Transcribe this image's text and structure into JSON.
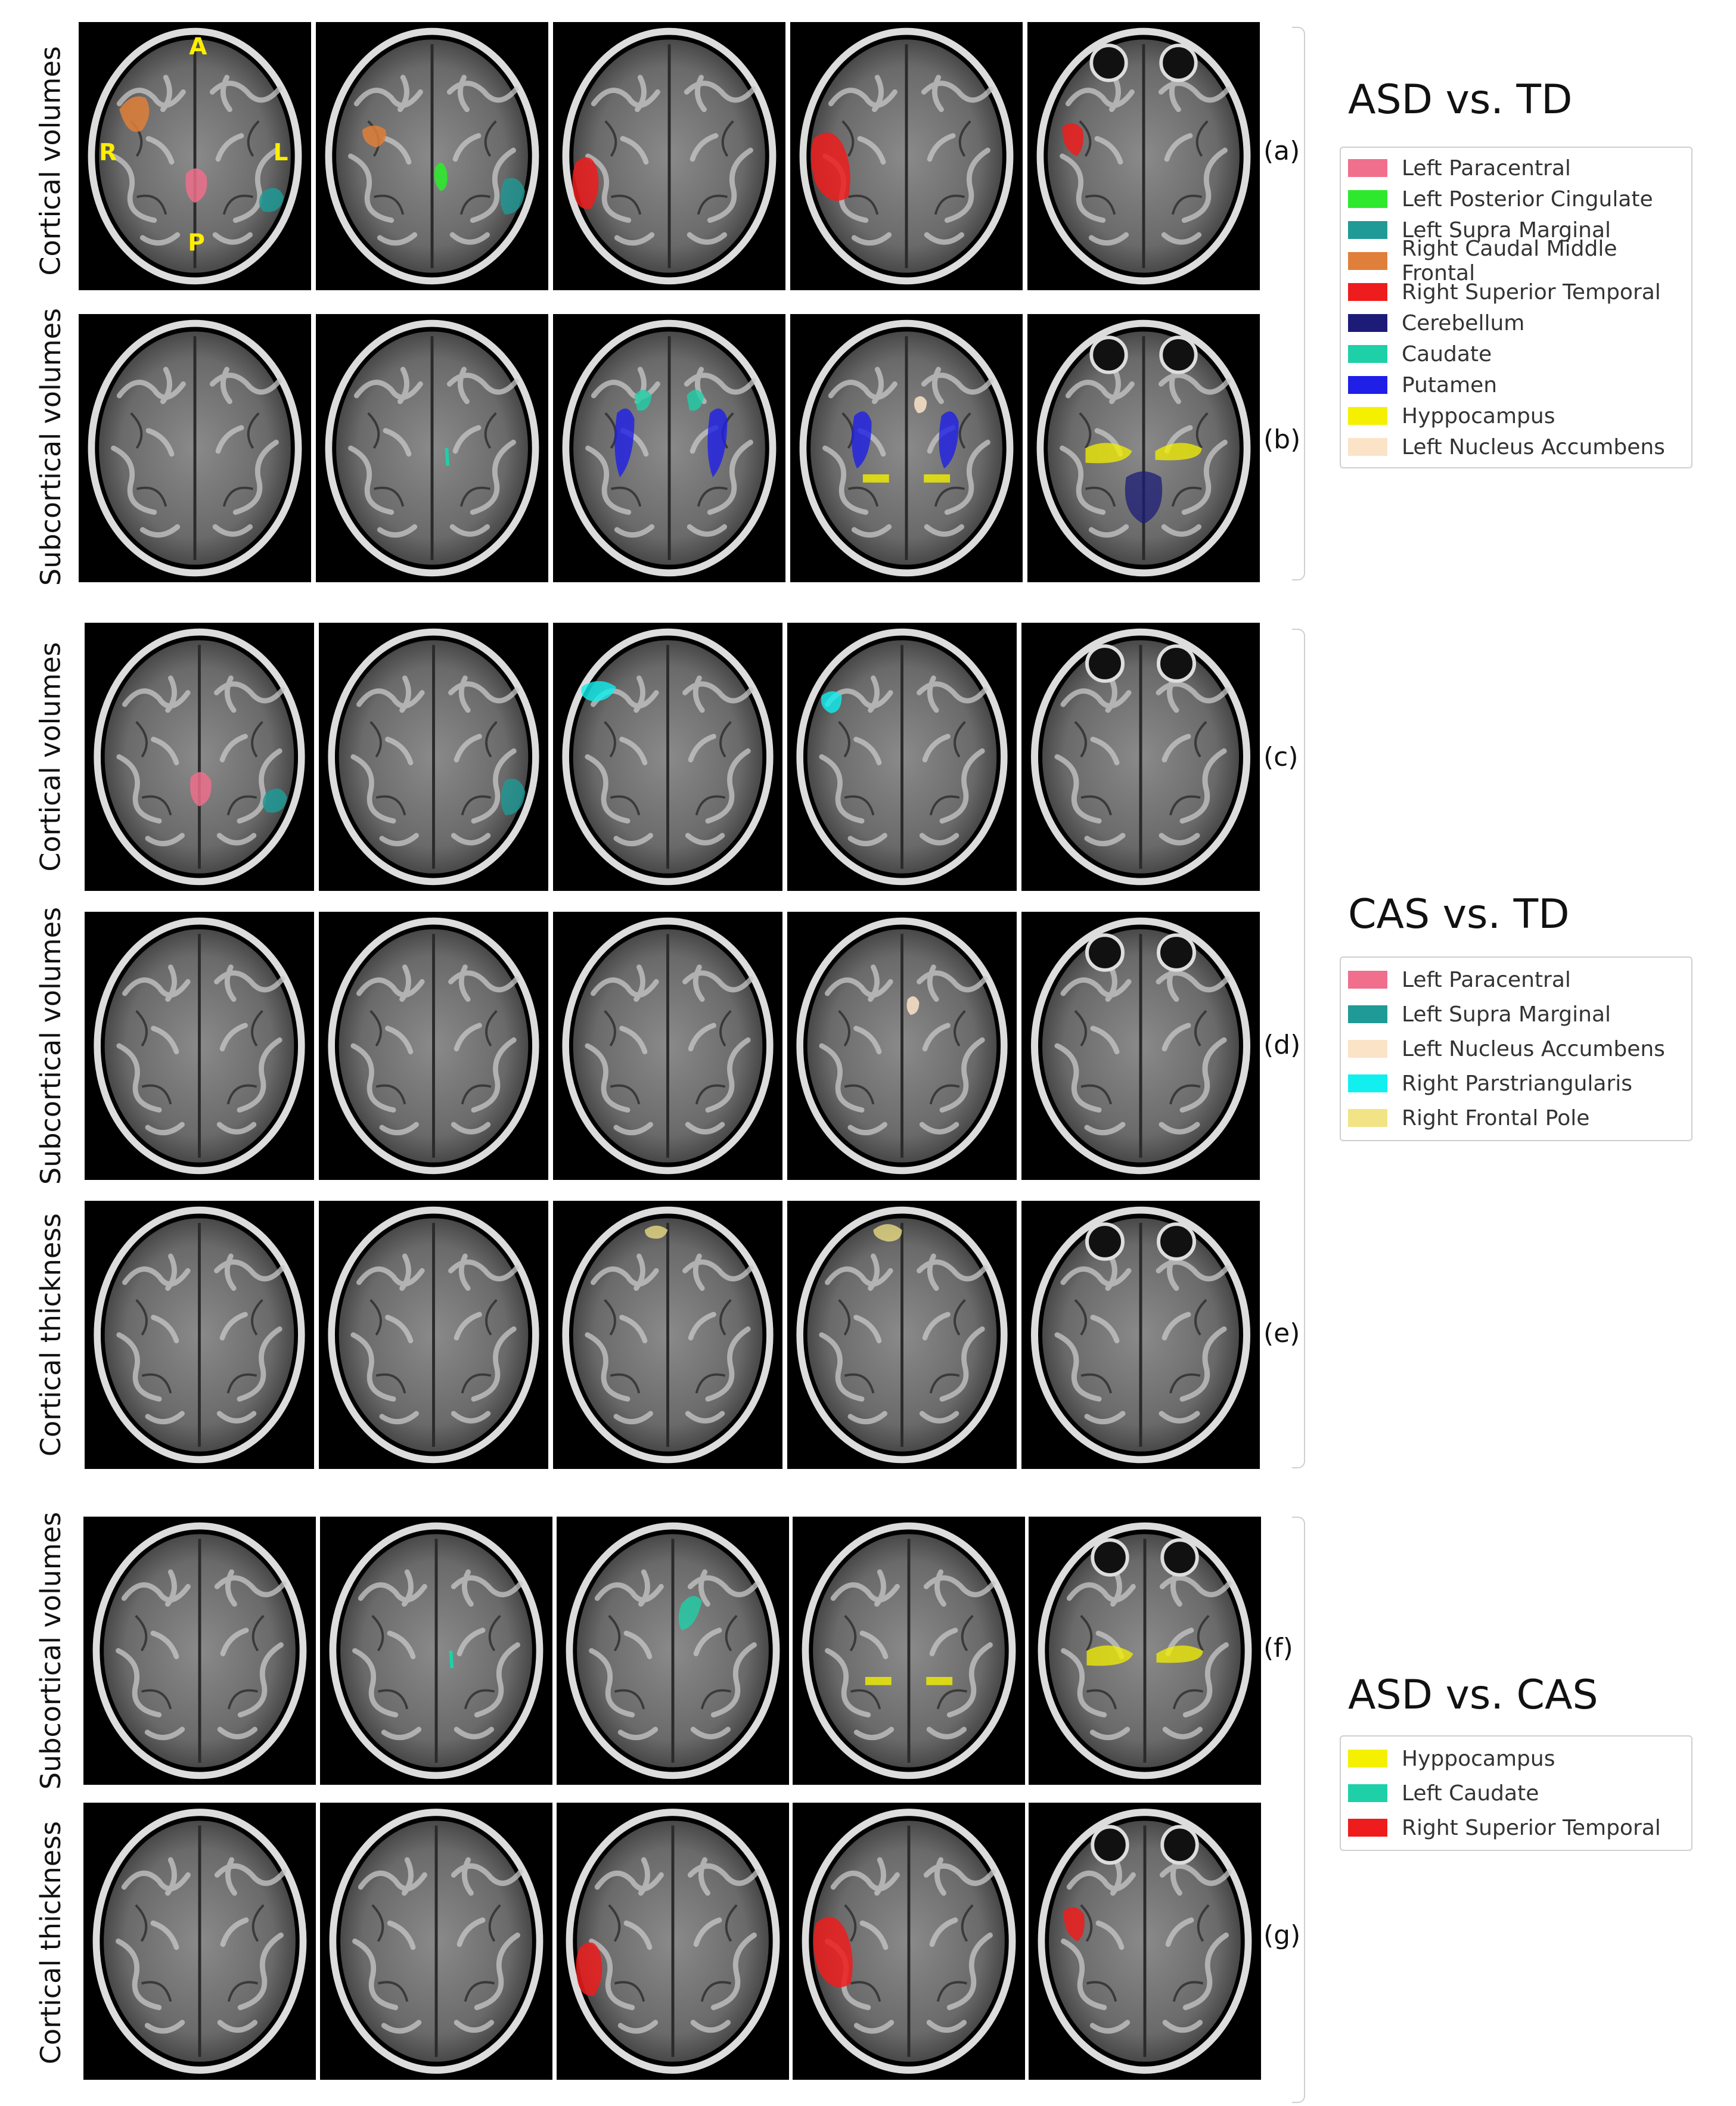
{
  "row_labels": {
    "a": "Cortical volumes",
    "b": "Subcortical volumes",
    "c": "Cortical volumes",
    "d": "Subcortical volumes",
    "e": "Cortical thickness",
    "f": "Subcortical volumes",
    "g": "Cortical thickness"
  },
  "row_tags": {
    "a": "(a)",
    "b": "(b)",
    "c": "(c)",
    "d": "(d)",
    "e": "(e)",
    "f": "(f)",
    "g": "(g)"
  },
  "groups": {
    "asd_td": {
      "title": "ASD vs. TD",
      "legend": [
        {
          "label": "Left Paracentral",
          "color": "#ef6f8c"
        },
        {
          "label": "Left Posterior Cingulate",
          "color": "#2ee82e"
        },
        {
          "label": "Left Supra Marginal",
          "color": "#1f9a96"
        },
        {
          "label": "Right Caudal Middle Frontal",
          "color": "#e07f3a"
        },
        {
          "label": "Right Superior Temporal",
          "color": "#ee1c1c"
        },
        {
          "label": "Cerebellum",
          "color": "#1c1c78"
        },
        {
          "label": "Caudate",
          "color": "#1ed0a8"
        },
        {
          "label": "Putamen",
          "color": "#1f1fe8"
        },
        {
          "label": "Hyppocampus",
          "color": "#f4f000"
        },
        {
          "label": "Left Nucleus Accumbens",
          "color": "#fbe3c8"
        }
      ]
    },
    "cas_td": {
      "title": "CAS vs. TD",
      "legend": [
        {
          "label": "Left Paracentral",
          "color": "#ef6f8c"
        },
        {
          "label": "Left Supra Marginal",
          "color": "#1f9a96"
        },
        {
          "label": "Left Nucleus Accumbens",
          "color": "#fbe3c8"
        },
        {
          "label": "Right Parstriangularis",
          "color": "#12efef"
        },
        {
          "label": "Right Frontal Pole",
          "color": "#f2e384"
        }
      ]
    },
    "asd_cas": {
      "title": "ASD vs. CAS",
      "legend": [
        {
          "label": "Hyppocampus",
          "color": "#f4f000"
        },
        {
          "label": "Left Caudate",
          "color": "#1ed0a8"
        },
        {
          "label": "Right Superior Temporal",
          "color": "#ee1c1c"
        }
      ]
    }
  },
  "orientation": {
    "anterior": "A",
    "posterior": "P",
    "right": "R",
    "left": "L"
  }
}
